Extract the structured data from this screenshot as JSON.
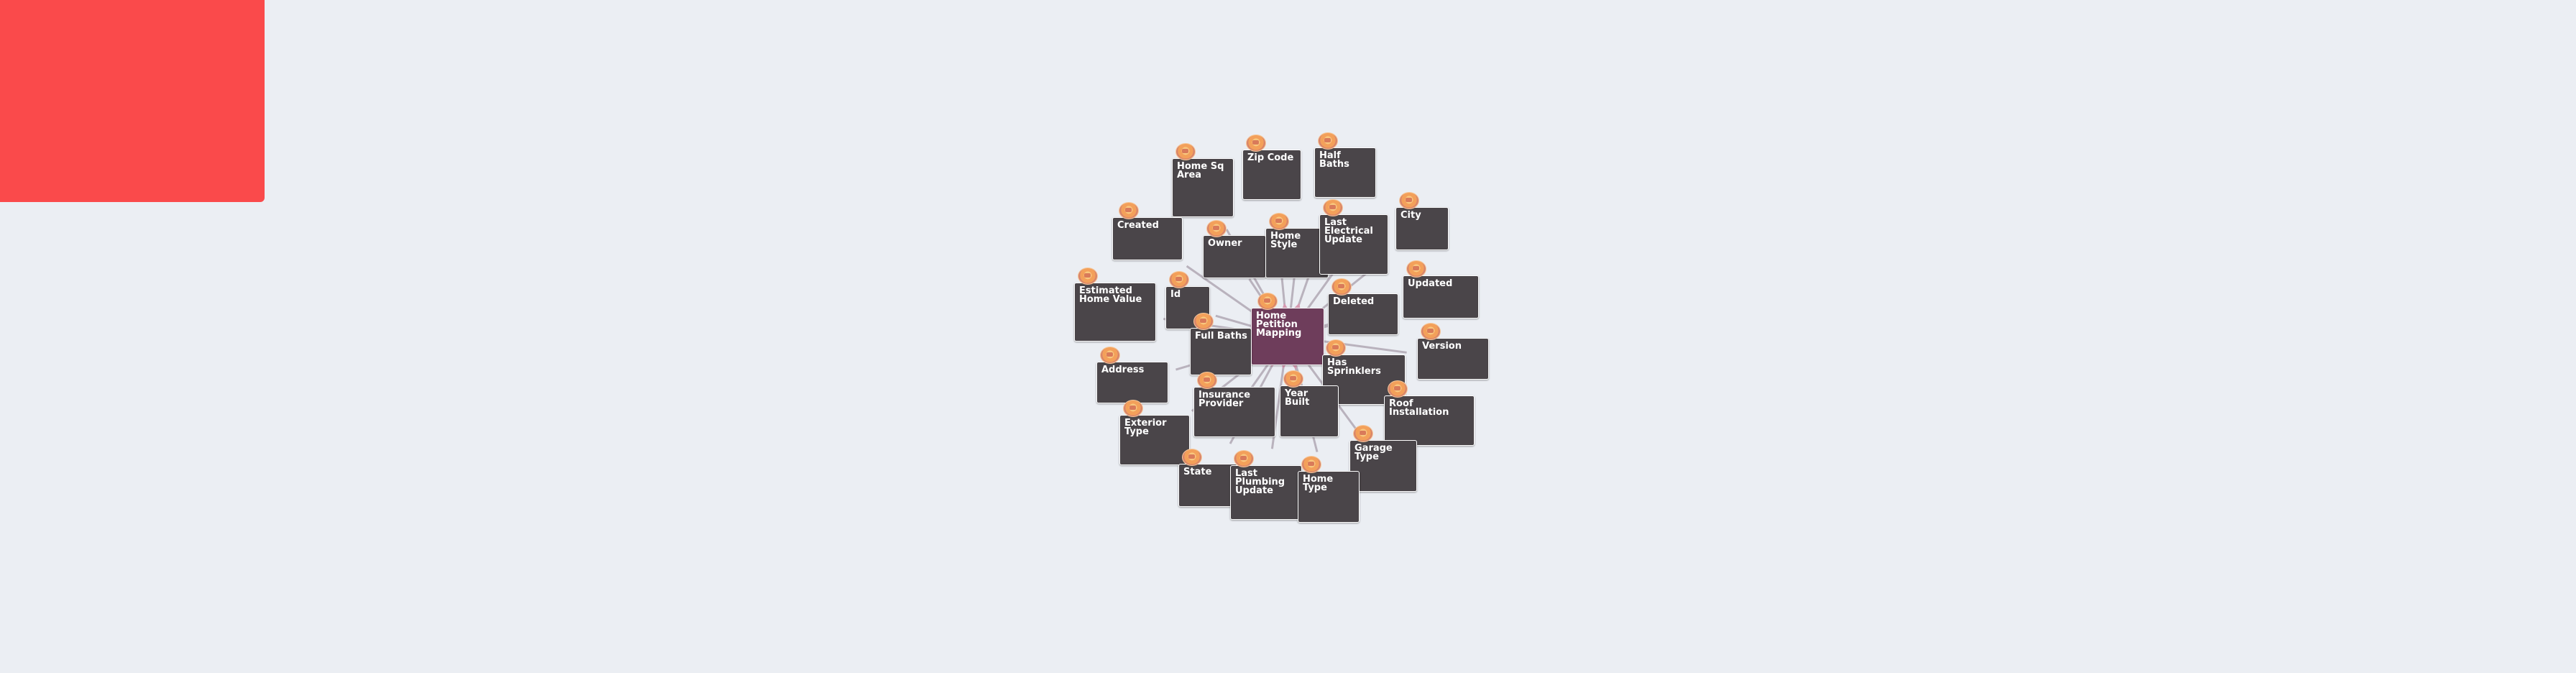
{
  "colors": {
    "background": "#ebeef3",
    "overlay_panel": "#fa4a4b",
    "node_fill": "#4a4549",
    "hub_fill": "#6e3d5b",
    "edge": "#b9b2bd",
    "arrow": "#d79ab2"
  },
  "icons": {
    "node_badge": "donut-avatar-icon"
  },
  "diagram": {
    "hub": {
      "id": "hub",
      "label": "Home Petition Mapping"
    },
    "nodes": [
      {
        "id": "home-sq-area",
        "label": "Home Sq Area"
      },
      {
        "id": "zip-code",
        "label": "Zip Code"
      },
      {
        "id": "half-baths",
        "label": "Half Baths"
      },
      {
        "id": "created",
        "label": "Created"
      },
      {
        "id": "owner",
        "label": "Owner"
      },
      {
        "id": "home-style",
        "label": "Home Style"
      },
      {
        "id": "last-electrical-update",
        "label": "Last Electrical Update"
      },
      {
        "id": "city",
        "label": "City"
      },
      {
        "id": "estimated-home-value",
        "label": "Estimated Home Value"
      },
      {
        "id": "id",
        "label": "Id"
      },
      {
        "id": "deleted",
        "label": "Deleted"
      },
      {
        "id": "updated",
        "label": "Updated"
      },
      {
        "id": "full-baths",
        "label": "Full Baths"
      },
      {
        "id": "version",
        "label": "Version"
      },
      {
        "id": "address",
        "label": "Address"
      },
      {
        "id": "has-sprinklers",
        "label": "Has Sprinklers"
      },
      {
        "id": "insurance-provider",
        "label": "Insurance Provider"
      },
      {
        "id": "year-built",
        "label": "Year Built"
      },
      {
        "id": "roof-installation",
        "label": "Roof Installation"
      },
      {
        "id": "exterior-type",
        "label": "Exterior Type"
      },
      {
        "id": "garage-type",
        "label": "Garage Type"
      },
      {
        "id": "state",
        "label": "State"
      },
      {
        "id": "last-plumbing-update",
        "label": "Last Plumbing Update"
      },
      {
        "id": "home-type",
        "label": "Home Type"
      }
    ]
  }
}
